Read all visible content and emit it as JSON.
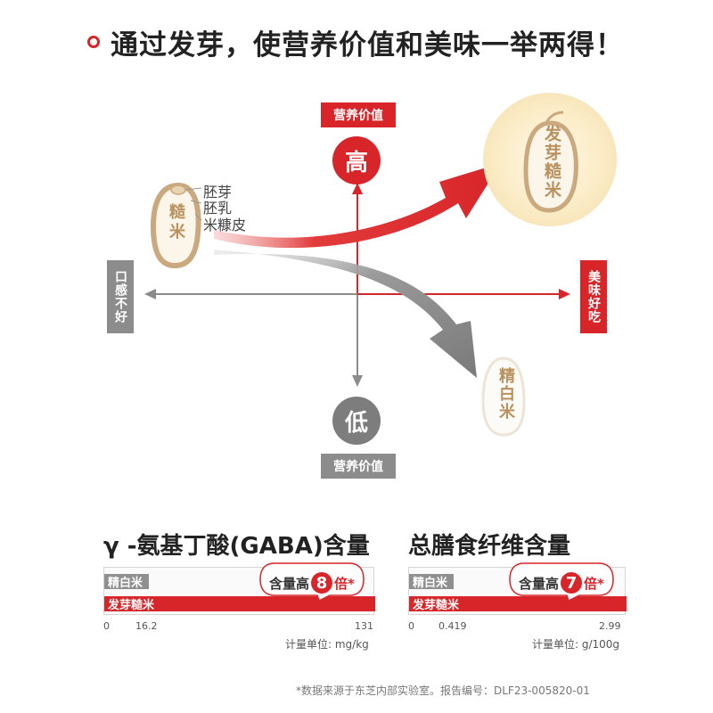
{
  "headline": "通过发芽，使营养价值和美味一举两得！",
  "axes": {
    "top_label": "营养价值",
    "bottom_label": "营养价值",
    "left_label": "口感不好",
    "right_label": "美味好吃",
    "high": "高",
    "low": "低"
  },
  "grains": {
    "brown_rice": "糙米",
    "sprouted_rice": "发芽糙米",
    "white_rice": "精白米",
    "parts": [
      "胚芽",
      "胚乳",
      "米糠皮"
    ]
  },
  "colors": {
    "accent": "#d8252a",
    "gray": "#8c8c8c",
    "grain": "#b8915e"
  },
  "panels": [
    {
      "title": "γ -氨基丁酸(GABA)含量",
      "bubble_prefix": "含量高",
      "bubble_multiple": "8",
      "bubble_suffix": "倍*",
      "unit": "计量单位: mg/kg"
    },
    {
      "title": "总膳食纤维含量",
      "bubble_prefix": "含量高",
      "bubble_multiple": "7",
      "bubble_suffix": "倍*",
      "unit": "计量单位: g/100g"
    }
  ],
  "chart_data": [
    {
      "type": "bar",
      "title": "γ -氨基丁酸(GABA)含量",
      "categories": [
        "精白米",
        "发芽糙米"
      ],
      "values": [
        16.2,
        131
      ],
      "xlim": [
        0,
        131
      ],
      "ticks": [
        "0",
        "16.2",
        "131"
      ]
    },
    {
      "type": "bar",
      "title": "总膳食纤维含量",
      "categories": [
        "精白米",
        "发芽糙米"
      ],
      "values": [
        0.419,
        2.99
      ],
      "xlim": [
        0,
        2.99
      ],
      "ticks": [
        "0",
        "0.419",
        "2.99"
      ]
    }
  ],
  "footnote": "*数据来源于东芝内部实验室。报告编号：DLF23-005820-01"
}
